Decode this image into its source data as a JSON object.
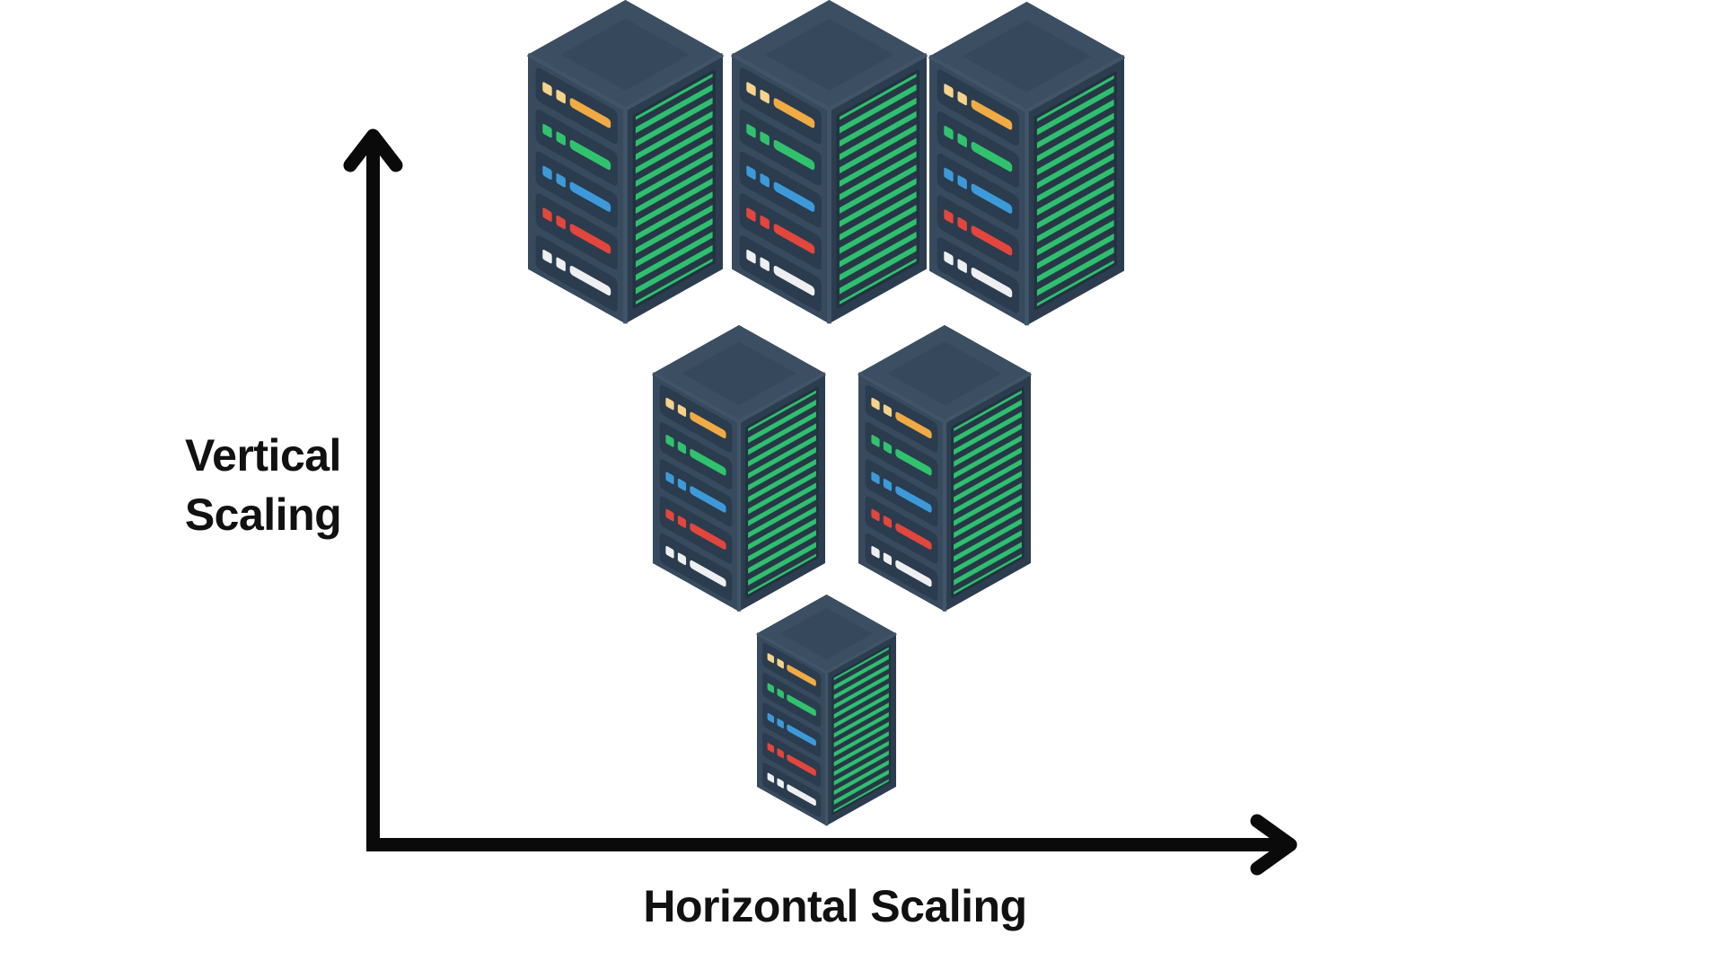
{
  "page": {
    "background": "#ffffff"
  },
  "axes": {
    "color": "#0a0a0a",
    "label_color": "#111111",
    "y_label": {
      "line1": "Vertical",
      "line2": "Scaling"
    },
    "x_label": "Horizontal Scaling"
  },
  "servers": {
    "total": 6,
    "rows": [
      {
        "position": "top",
        "count": 3,
        "size": "large"
      },
      {
        "position": "middle",
        "count": 2,
        "size": "medium"
      },
      {
        "position": "bottom",
        "count": 1,
        "size": "small"
      }
    ],
    "icon": "isometric-server-rack-icon",
    "palette": {
      "front": "#374A5E",
      "side": "#2C3D50",
      "top": "#3C4E62",
      "top_inset": "#36485C",
      "panel_bg": "#2B3C4E",
      "stripe": "#2EC06F",
      "stripe_bg": "#273746",
      "stripe_frame": "#233240",
      "edge": "#415568",
      "row_colors": [
        {
          "squares": "#F6D28A",
          "bar": "#F0AB44"
        },
        {
          "squares": "#31C26D",
          "bar": "#31C26D"
        },
        {
          "squares": "#3D9AD9",
          "bar": "#3D9AD9"
        },
        {
          "squares": "#E2463D",
          "bar": "#E2463D"
        },
        {
          "squares": "#EDEFF0",
          "bar": "#EDEFF0"
        }
      ]
    }
  }
}
